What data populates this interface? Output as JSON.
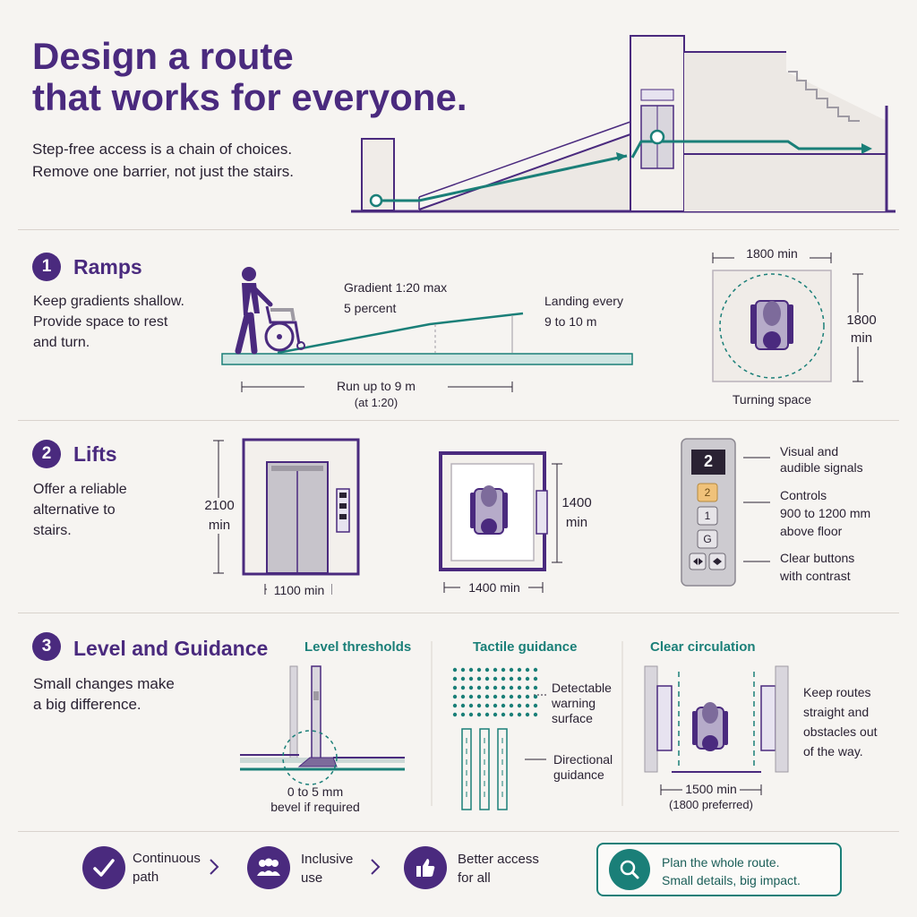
{
  "header": {
    "title_line1": "Design a route",
    "title_line2": "that works for everyone.",
    "lede_line1": "Step-free access is a chain of choices.",
    "lede_line2": "Remove one barrier, not just the stairs."
  },
  "ramps": {
    "number": "1",
    "title": "Ramps",
    "text_line1": "Keep gradients shallow.",
    "text_line2": "Provide space to rest",
    "text_line3": "and turn.",
    "gradient_line1": "Gradient 1:20 max",
    "gradient_line2": "5 percent",
    "landing_line1": "Landing every",
    "landing_line2": "9 to 10 m",
    "run_line1": "Run up to 9 m",
    "run_line2": "(at 1:20)",
    "turn_width": "1800 min",
    "turn_height_line1": "1800",
    "turn_height_line2": "min",
    "turn_caption": "Turning space"
  },
  "lifts": {
    "number": "2",
    "title": "Lifts",
    "text_line1": "Offer a reliable",
    "text_line2": "alternative to",
    "text_line3": "stairs.",
    "door_height_line1": "2100",
    "door_height_line2": "min",
    "door_width": "1100 min",
    "car_depth_line1": "1400",
    "car_depth_line2": "min",
    "car_width": "1400 min",
    "display_floor": "2",
    "buttons": [
      "2",
      "1",
      "G"
    ],
    "note1_line1": "Visual and",
    "note1_line2": "audible signals",
    "note2_line1": "Controls",
    "note2_line2": "900 to 1200 mm",
    "note2_line3": "above floor",
    "note3_line1": "Clear buttons",
    "note3_line2": "with contrast"
  },
  "level": {
    "number": "3",
    "title": "Level and Guidance",
    "text_line1": "Small changes make",
    "text_line2": "a big difference.",
    "thresholds_title": "Level thresholds",
    "thresholds_line1": "0 to 5 mm",
    "thresholds_line2": "bevel if required",
    "tactile_title": "Tactile guidance",
    "tactile_warn_line1": "Detectable",
    "tactile_warn_line2": "warning",
    "tactile_warn_line3": "surface",
    "tactile_dir_line1": "Directional",
    "tactile_dir_line2": "guidance",
    "circ_title": "Clear circulation",
    "circ_line1": "1500 min",
    "circ_line2": "(1800 preferred)",
    "circ_note_line1": "Keep routes",
    "circ_note_line2": "straight and",
    "circ_note_line3": "obstacles out",
    "circ_note_line4": "of the way."
  },
  "footer": {
    "step1_line1": "Continuous",
    "step1_line2": "path",
    "step2_line1": "Inclusive",
    "step2_line2": "use",
    "step3_line1": "Better access",
    "step3_line2": "for all",
    "cta_line1": "Plan the whole route.",
    "cta_line2": "Small details, big impact."
  },
  "colors": {
    "purple": "#4a2a7e",
    "teal": "#1a7f78",
    "background": "#f6f4f1"
  },
  "icons": [
    "check-icon",
    "people-icon",
    "thumbs-up-icon",
    "search-icon",
    "chevron-right-icon",
    "wheelchair-icon",
    "person-pushing-wheelchair-icon"
  ]
}
